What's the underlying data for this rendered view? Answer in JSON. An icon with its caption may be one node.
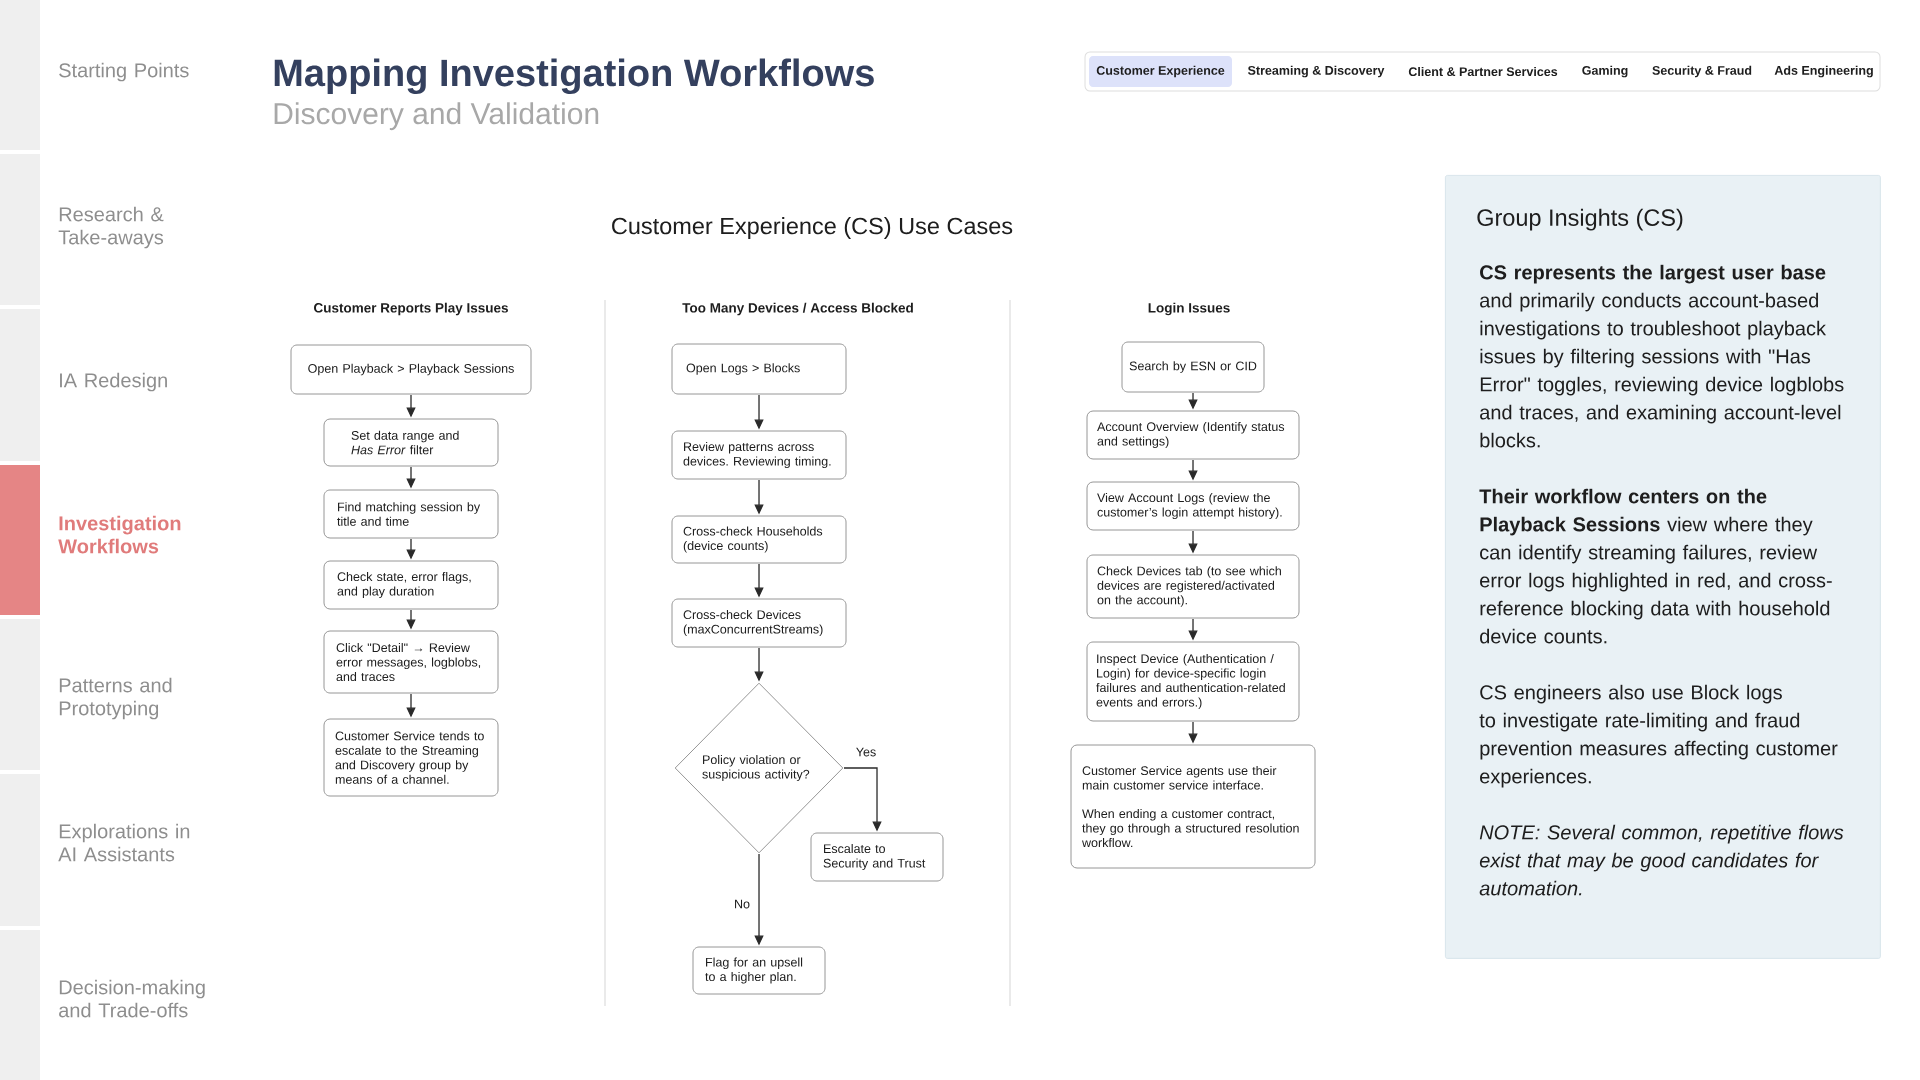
{
  "diagram": {
    "title": "Mapping Investigation Workflows",
    "nodes": [
      {
        "text": [
          "Open Playback > Playback Sessions"
        ]
      },
      {
        "text": [
          "Set data range and *Has Error* filter"
        ]
      },
      {
        "text": [
          "Find matching session by title and time"
        ]
      },
      {
        "text": [
          "Check state, error flags, and play duration"
        ]
      },
      {
        "text": [
          "Click \"Detail\" → Review error messages, logblobs, and traces"
        ]
      },
      {
        "text": [
          "Customer Service tends to escalate to the Streaming and Discovery group by means of a channel."
        ]
      },
      {
        "text": [
          "Open Logs > Blocks"
        ]
      },
      {
        "text": [
          "Review patterns across devices. Reviewing timing."
        ]
      },
      {
        "text": [
          "Cross-check Households (device counts)"
        ]
      },
      {
        "text": [
          "Cross-check Devices (maxConcurrentStreams)"
        ]
      },
      {
        "text": [
          "Policy violation or suspicious activity?"
        ]
      },
      {
        "text": [
          "Escalate to Security and Trust"
        ]
      },
      {
        "text": [
          "Flag for an upsell to a higher plan."
        ]
      },
      {
        "text": [
          "Search by ESN or CID"
        ]
      },
      {
        "text": [
          "Account Overview (Identify status and settings)"
        ]
      },
      {
        "text": [
          "View Account Logs (review the customer’s login attempt history)."
        ]
      },
      {
        "text": [
          "Check Devices tab (to see which devices are registered/activated on the account)."
        ]
      },
      {
        "text": [
          "Inspect Device (Authentication / Login) for device-specific login failures and authentication-related events and errors.)"
        ]
      },
      {
        "text": [
          "Customer Service agents use their main customer service interface.",
          "When ending a customer contract, they go through a structured resolution workflow."
        ]
      },
      {
        "text": [
          "Group Insights (CS)",
          "**CS represents the largest user base** and primarily conducts account-based investigations to troubleshoot playback issues by filtering sessions with \"Has Error\" toggles, reviewing device logblobs and traces, and examining account-level blocks.",
          "**Their workflow centers on the Playback Sessions** view where they can identify streaming failures, review error logs highlighted in red, and cross-reference blocking data with household device counts.",
          "CS engineers also use Block logs to investigate rate-limiting and fraud prevention measures affecting customer experiences.",
          "NOTE: Several common, repetitive flows exist that may be good candidates for automation."
        ]
      }
    ],
    "edges": [
      {
        "from": 0,
        "to": 1,
        "arrow": "to"
      },
      {
        "from": 1,
        "to": 2,
        "arrow": "to"
      },
      {
        "from": 2,
        "to": 3,
        "arrow": "to"
      },
      {
        "from": 3,
        "to": 4,
        "arrow": "to"
      },
      {
        "from": 4,
        "to": 5,
        "arrow": "to"
      },
      {
        "from": 6,
        "to": 7,
        "arrow": "to"
      },
      {
        "from": 7,
        "to": 8,
        "arrow": "to"
      },
      {
        "from": 8,
        "to": 9,
        "arrow": "to"
      },
      {
        "from": 9,
        "to": 10,
        "arrow": "to"
      },
      {
        "from": 10,
        "to": 11,
        "arrow": "to",
        "label": "Yes"
      },
      {
        "from": 10,
        "to": 12,
        "arrow": "to",
        "label": "No"
      },
      {
        "from": 13,
        "to": 14,
        "arrow": "to"
      },
      {
        "from": 14,
        "to": 15,
        "arrow": "to"
      },
      {
        "from": 15,
        "to": 16,
        "arrow": "to"
      },
      {
        "from": 16,
        "to": 17,
        "arrow": "to"
      },
      {
        "from": 17,
        "to": 18,
        "arrow": "to"
      }
    ],
    "labels": [
      "Starting Points",
      "Research & Take-aways",
      "IA Redesign",
      "Investigation Workflows",
      "Patterns and Prototyping",
      "Explorations in AI Assistants",
      "Decision-making and Trade-offs",
      "Discovery and Validation",
      "Customer Experience",
      "Streaming & Discovery",
      "Client & Partner Services",
      "Gaming",
      "Security & Fraud",
      "Ads Engineering",
      "Customer Experience (CS) Use Cases",
      "Customer Reports Play Issues",
      "Too Many Devices / Access Blocked",
      "Login Issues"
    ]
  }
}
